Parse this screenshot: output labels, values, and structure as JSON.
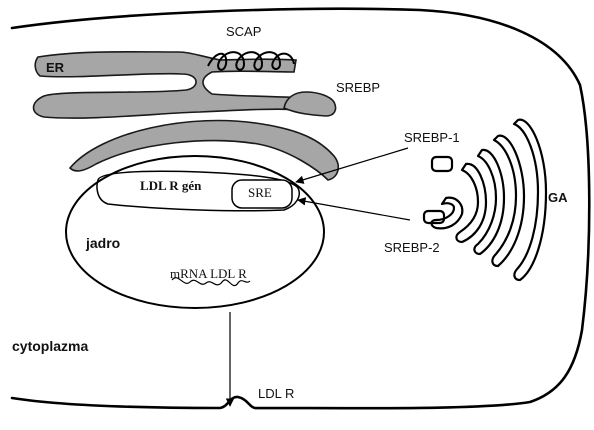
{
  "labels": {
    "scap": "SCAP",
    "er": "ER",
    "srebp": "SREBP",
    "srebp1": "SREBP-1",
    "srebp2": "SREBP-2",
    "ga": "GA",
    "ldlr_gene": "LDL R gén",
    "sre": "SRE",
    "nucleus": "jadro",
    "mrna": "mRNA LDL R",
    "cytoplasm": "cytoplazma",
    "ldlr": "LDL R"
  },
  "colors": {
    "er_fill": "#a6a6a6",
    "stroke": "#000000",
    "background": "#ffffff"
  }
}
